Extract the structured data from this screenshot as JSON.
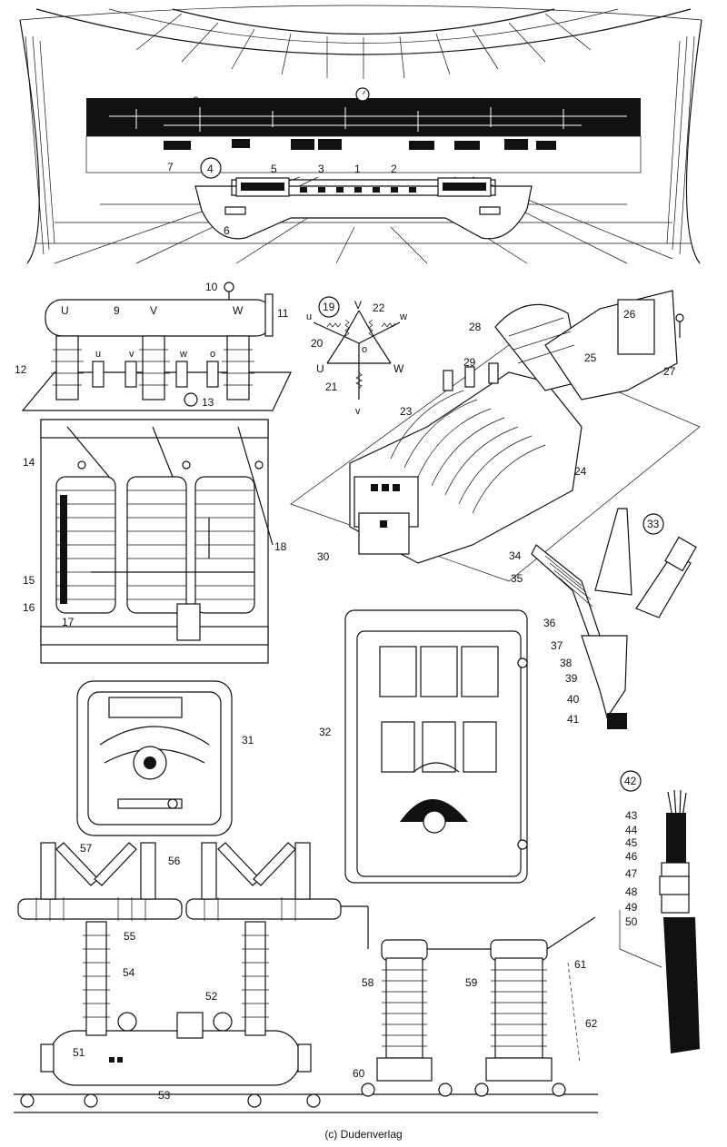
{
  "credit": "(c) Dudenverlag",
  "labels": {
    "n1": "1",
    "n2": "2",
    "n3": "3",
    "n4": "4",
    "n5": "5",
    "n6": "6",
    "n7": "7",
    "n8": "8",
    "n9": "9",
    "n10": "10",
    "n11": "11",
    "n12": "12",
    "n13": "13",
    "n14": "14",
    "n15": "15",
    "n16": "16",
    "n17": "17",
    "n18": "18",
    "n19": "19",
    "n20": "20",
    "n21": "21",
    "n22": "22",
    "n23": "23",
    "n24": "24",
    "n25": "25",
    "n26": "26",
    "n27": "27",
    "n28": "28",
    "n29": "29",
    "n30": "30",
    "n31": "31",
    "n32": "32",
    "n33": "33",
    "n34": "34",
    "n35": "35",
    "n36": "36",
    "n37": "37",
    "n38": "38",
    "n39": "39",
    "n40": "40",
    "n41": "41",
    "n42": "42",
    "n43": "43",
    "n44": "44",
    "n45": "45",
    "n46": "46",
    "n47": "47",
    "n48": "48",
    "n49": "49",
    "n50": "50",
    "n51": "51",
    "n52": "52",
    "n53": "53",
    "n54": "54",
    "n55": "55",
    "n56": "56",
    "n57": "57",
    "n58": "58",
    "n59": "59",
    "n60": "60",
    "n61": "61",
    "n62": "62"
  },
  "terminals": {
    "U": "U",
    "V": "V",
    "W": "W",
    "u": "u",
    "v": "v",
    "w": "w",
    "o": "o"
  }
}
